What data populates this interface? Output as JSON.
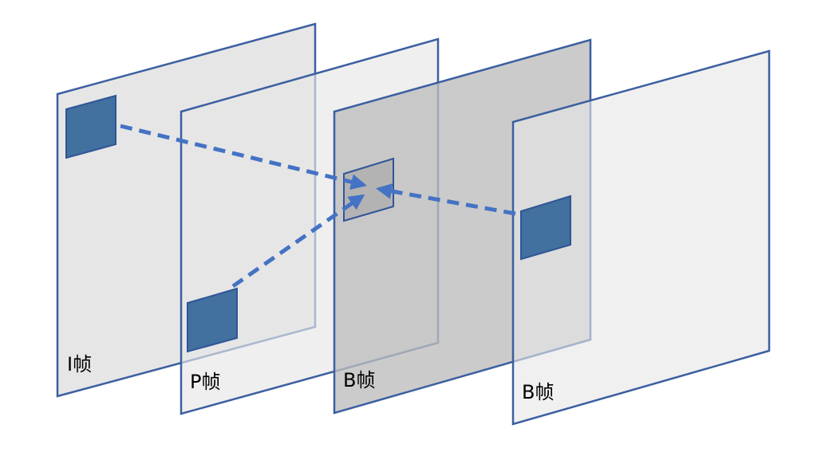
{
  "frames": [
    {
      "id": "i-frame",
      "label": "I帧"
    },
    {
      "id": "p-frame-1",
      "label": "P帧"
    },
    {
      "id": "b-frame-1",
      "label": "B帧"
    },
    {
      "id": "b-frame-2",
      "label": "B帧"
    }
  ],
  "colors": {
    "frame_border": "#3b5fa0",
    "light_frame_fill": "#e6e6e6",
    "dark_frame_fill": "#c4c4c4",
    "block_fill": "#42709f",
    "block_border": "#2f5597",
    "target_block_fill": "#b3b3b3",
    "arrow": "#4472c4"
  }
}
